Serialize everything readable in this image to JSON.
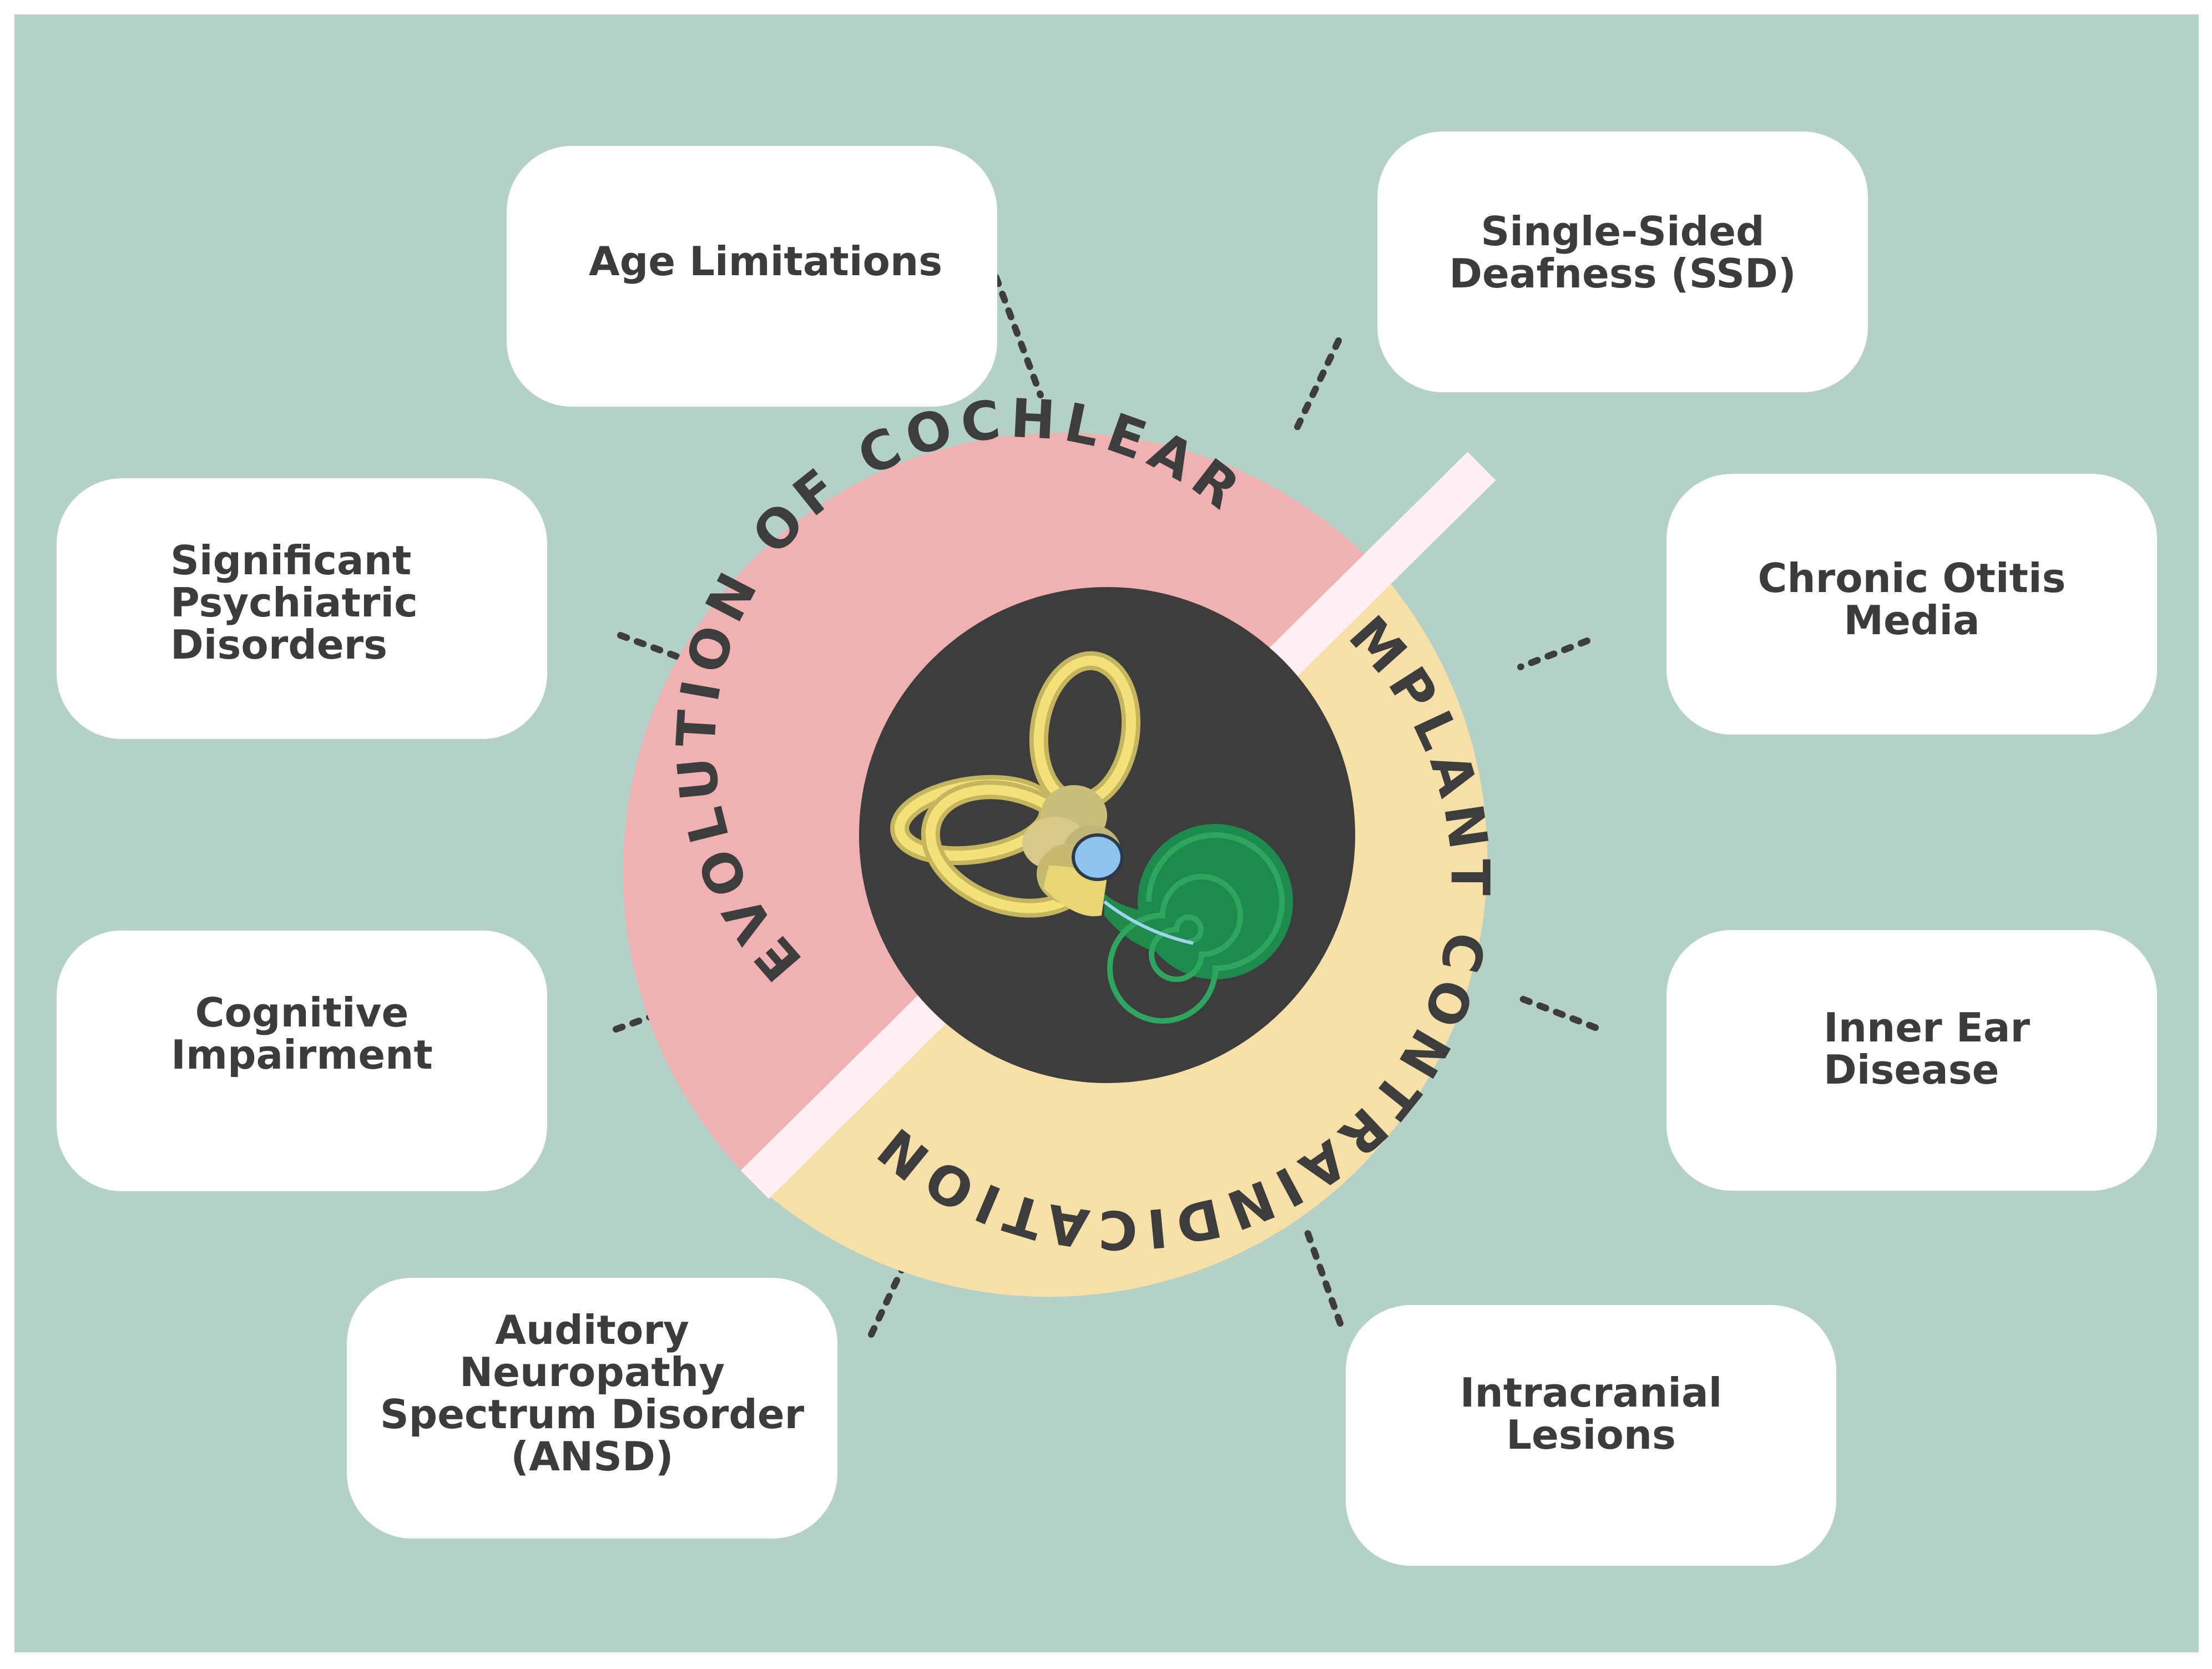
{
  "hub": {
    "title_top": "EVOLUTION OF COCHLEAR",
    "title_right": "IMPLANT CONTRAINDICATIONS",
    "image": "inner-ear-cochlea-illustration"
  },
  "items": [
    "Age Limitations",
    "Single-Sided\nDeafness (SSD)",
    "Significant\nPsychiatric\nDisorders",
    "Chronic Otitis\nMedia",
    "Cognitive\nImpairment",
    "Inner Ear\nDisease",
    "Auditory\nNeuropathy\nSpectrum Disorder\n(ANSD)",
    "Intracranial\nLesions"
  ],
  "colors": {
    "background": "#b3d1c6",
    "card": "#ffffff",
    "ring_pink": "#efb1b2",
    "ring_yellow": "#f7e0a8",
    "divider": "#fdeff2",
    "center": "#3d3d3d",
    "text": "#3c3c3c"
  }
}
